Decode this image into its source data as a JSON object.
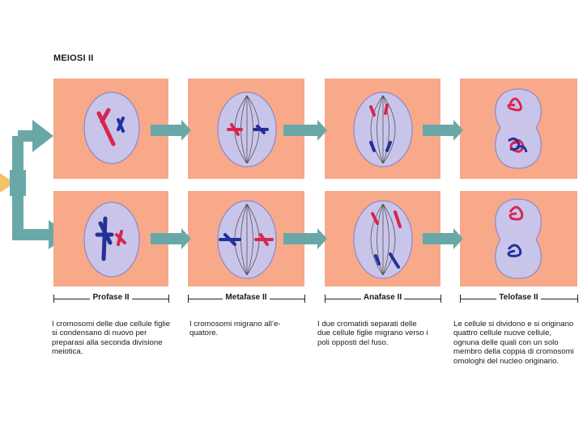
{
  "title": "MEIOSI II",
  "phases": [
    {
      "name": "Profase II",
      "description": "I cromosomi delle due cellule figlie si condensano di nuovo per preparasi alla seconda divisione meiotica."
    },
    {
      "name": "Metafase II",
      "description": "I cromosomi migrano all’e-quatore."
    },
    {
      "name": "Anafase II",
      "description": "I due cromatidi separati delle due cellule figlie migrano verso i poli opposti del fuso."
    },
    {
      "name": "Telofase II",
      "description": "Le cellule si dividono e si originano quattro cellule nuove cellule, ognuna delle quali con un solo membro della coppia di cromosomi omologhi del nucleo originario."
    }
  ],
  "colors": {
    "panel": "#f7a98a",
    "cell": "#c9c5ea",
    "arrow": "#6aa8a8",
    "input_arrow": "#f3c36a",
    "chrom_red": "#d8264e",
    "chrom_blue": "#24309a"
  }
}
